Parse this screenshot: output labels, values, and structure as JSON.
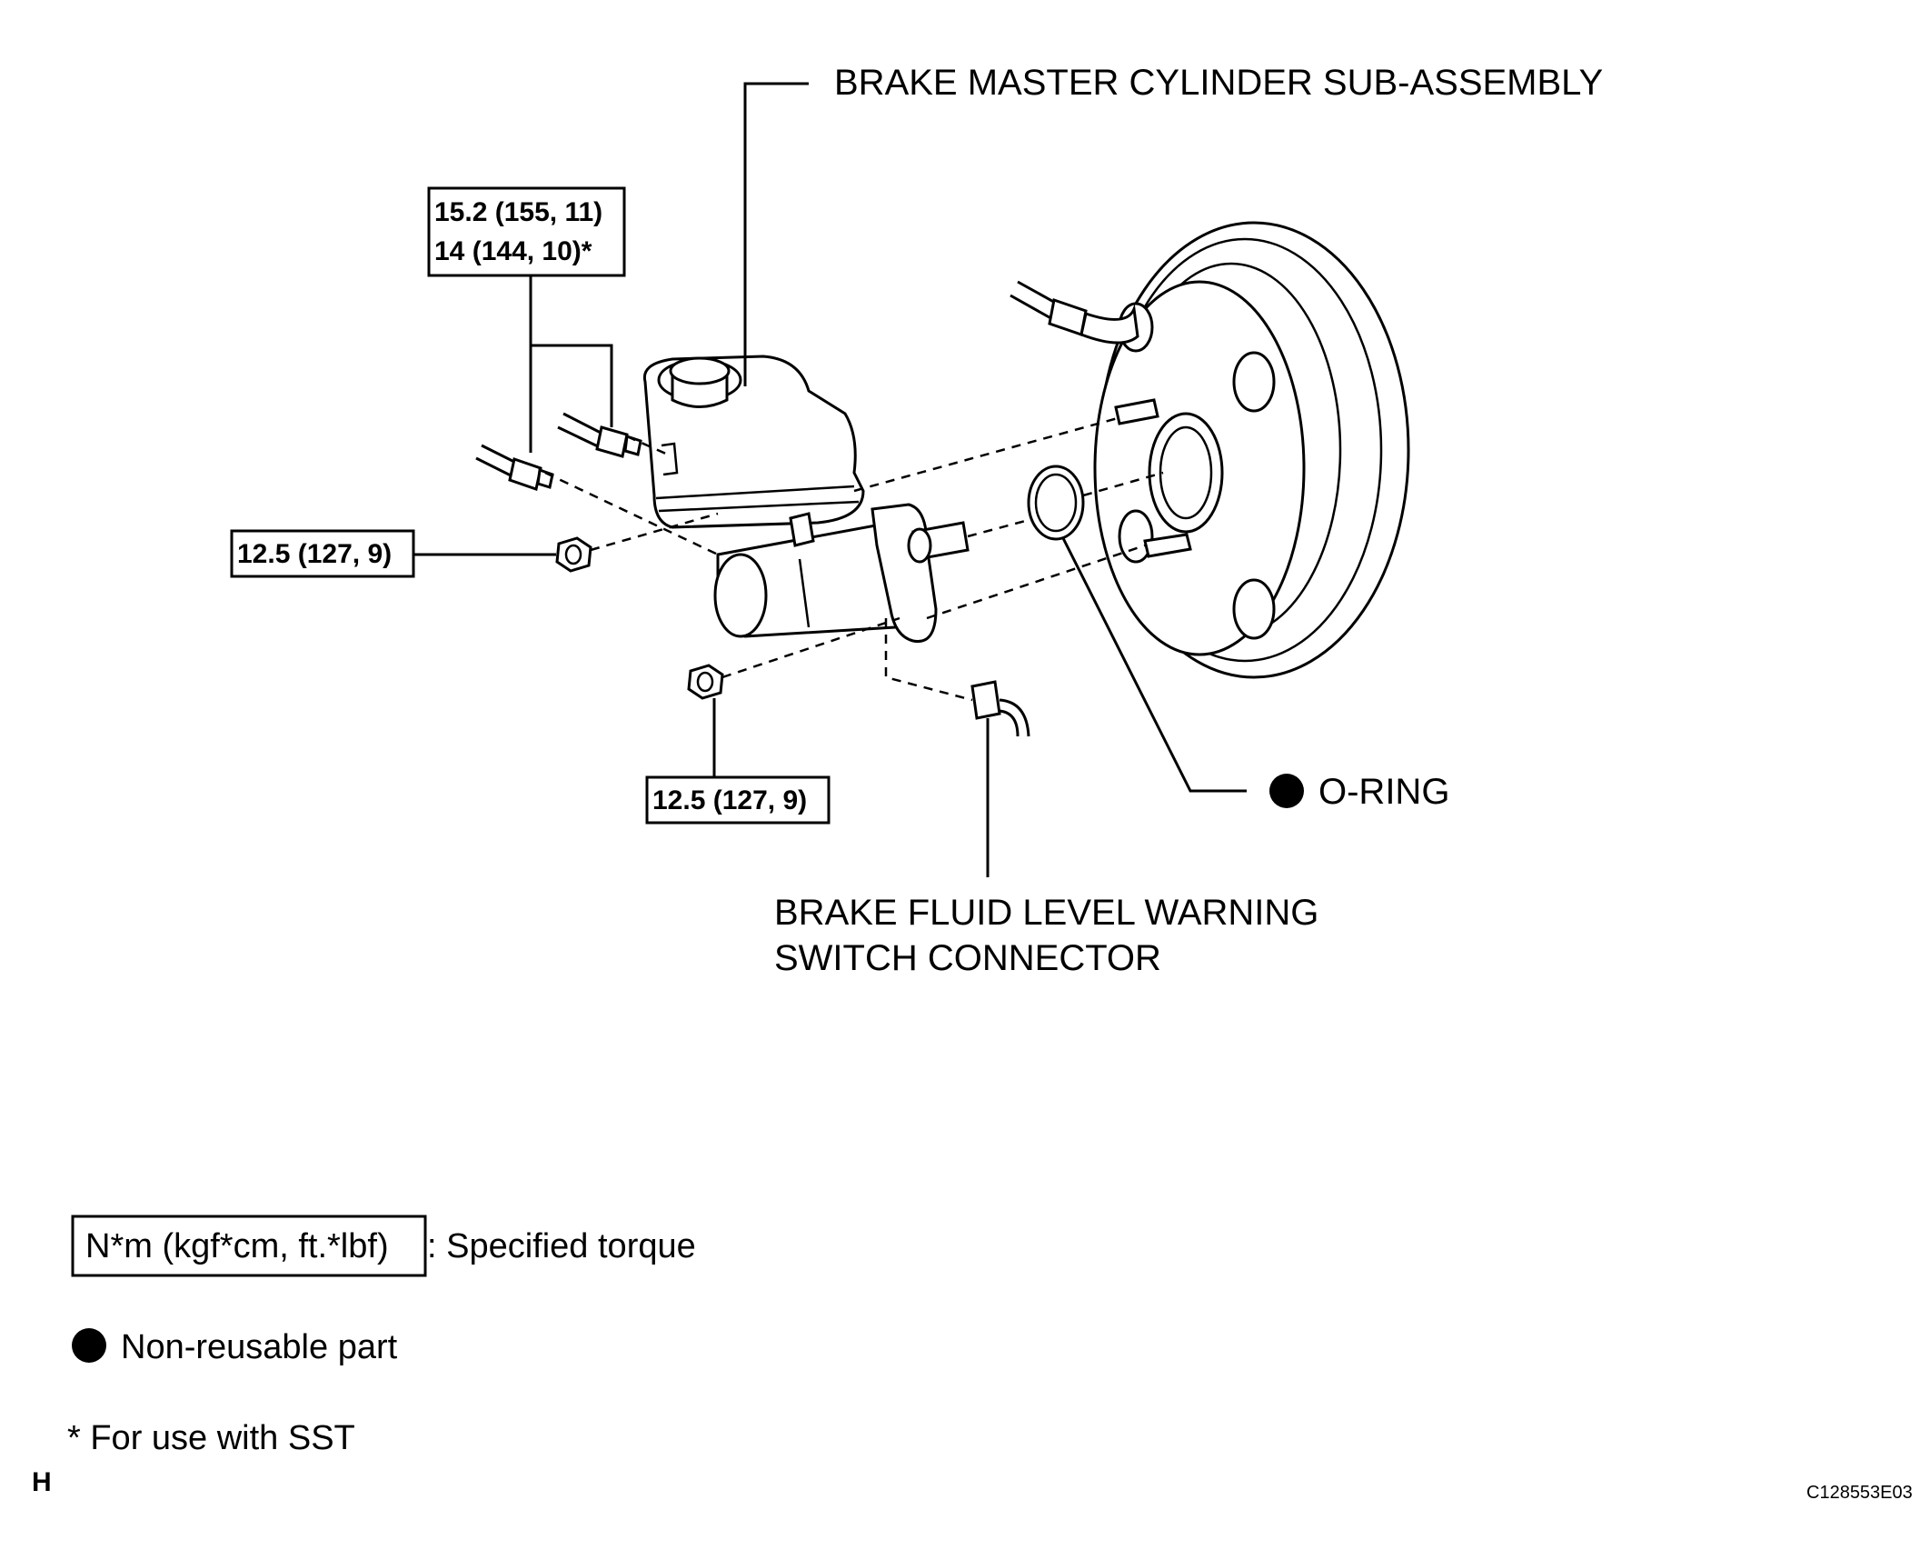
{
  "labels": {
    "master_cylinder": "BRAKE MASTER CYLINDER SUB-ASSEMBLY",
    "o_ring": "O-RING",
    "warning_switch_line1": "BRAKE FLUID LEVEL WARNING",
    "warning_switch_line2": "SWITCH CONNECTOR"
  },
  "torque": {
    "brake_line_line1": "15.2 (155, 11)",
    "brake_line_line2": "14 (144, 10)*",
    "nut_upper": "12.5 (127, 9)",
    "nut_lower": "12.5 (127, 9)"
  },
  "legend": {
    "torque_units": "N*m (kgf*cm, ft.*lbf)",
    "torque_desc": ": Specified torque",
    "non_reusable": "Non-reusable part",
    "sst_note": "* For use with SST"
  },
  "footer": {
    "corner_letter": "H",
    "figure_code": "C128553E03"
  }
}
